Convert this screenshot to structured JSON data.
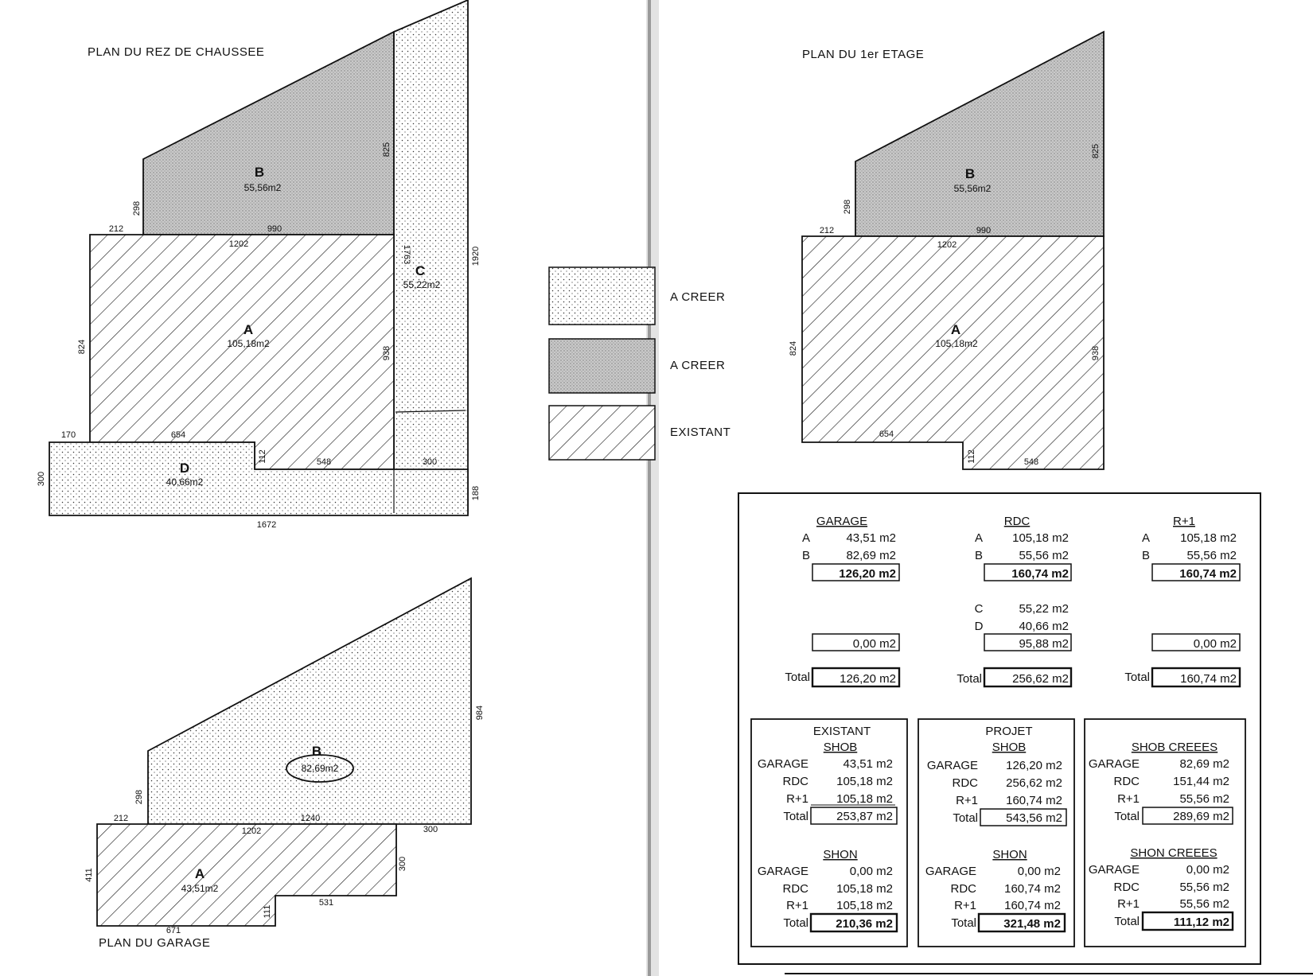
{
  "plans": {
    "rdc": {
      "title": "PLAN DU REZ DE CHAUSSEE",
      "zones": [
        {
          "letter": "A",
          "area": "105,18m2"
        },
        {
          "letter": "B",
          "area": "55,56m2"
        },
        {
          "letter": "C",
          "area": "55,22m2"
        },
        {
          "letter": "D",
          "area": "40,66m2"
        }
      ],
      "dims": [
        "298",
        "212",
        "990",
        "1202",
        "825",
        "1763",
        "1920",
        "824",
        "938",
        "170",
        "654",
        "112",
        "548",
        "300",
        "300",
        "188",
        "1672"
      ]
    },
    "etage": {
      "title": "PLAN DU 1er ETAGE",
      "zones": [
        {
          "letter": "A",
          "area": "105,18m2"
        },
        {
          "letter": "B",
          "area": "55,56m2"
        }
      ],
      "dims": [
        "298",
        "212",
        "990",
        "1202",
        "825",
        "824",
        "938",
        "654",
        "112",
        "548"
      ]
    },
    "garage": {
      "title": "PLAN DU GARAGE",
      "zones": [
        {
          "letter": "A",
          "area": "43,51m2"
        },
        {
          "letter": "B",
          "area": "82,69m2"
        }
      ],
      "dims": [
        "984",
        "298",
        "212",
        "1202",
        "1240",
        "300",
        "300",
        "411",
        "111",
        "531",
        "671"
      ]
    }
  },
  "legend": {
    "items": [
      {
        "pattern": "dots",
        "label": "A CREER"
      },
      {
        "pattern": "grey",
        "label": "A CREER"
      },
      {
        "pattern": "hatch",
        "label": "EXISTANT"
      }
    ]
  },
  "summary": {
    "top": [
      {
        "heading": "GARAGE",
        "rows": [
          {
            "k": "A",
            "v": "43,51 m2"
          },
          {
            "k": "B",
            "v": "82,69 m2"
          }
        ],
        "subtotal": "126,20 m2",
        "rows2": [],
        "subtotal2": "0,00 m2",
        "total_label": "Total",
        "total": "126,20 m2"
      },
      {
        "heading": "RDC",
        "rows": [
          {
            "k": "A",
            "v": "105,18 m2"
          },
          {
            "k": "B",
            "v": "55,56 m2"
          }
        ],
        "subtotal": "160,74 m2",
        "rows2": [
          {
            "k": "C",
            "v": "55,22 m2"
          },
          {
            "k": "D",
            "v": "40,66 m2"
          }
        ],
        "subtotal2": "95,88 m2",
        "total_label": "Total",
        "total": "256,62 m2"
      },
      {
        "heading": "R+1",
        "rows": [
          {
            "k": "A",
            "v": "105,18 m2"
          },
          {
            "k": "B",
            "v": "55,56 m2"
          }
        ],
        "subtotal": "160,74 m2",
        "rows2": [],
        "subtotal2": "0,00 m2",
        "total_label": "Total",
        "total": "160,74 m2"
      }
    ],
    "boxes": [
      {
        "title": "EXISTANT",
        "shob_label": "SHOB",
        "shob_rows": [
          {
            "k": "GARAGE",
            "v": "43,51 m2"
          },
          {
            "k": "RDC",
            "v": "105,18 m2"
          },
          {
            "k": "R+1",
            "v": "105,18 m2"
          }
        ],
        "shob_total_label": "Total",
        "shob_total": "253,87 m2",
        "shon_label": "SHON",
        "shon_rows": [
          {
            "k": "GARAGE",
            "v": "0,00 m2"
          },
          {
            "k": "RDC",
            "v": "105,18 m2"
          },
          {
            "k": "R+1",
            "v": "105,18 m2"
          }
        ],
        "shon_total_label": "Total",
        "shon_total": "210,36 m2"
      },
      {
        "title": "PROJET",
        "shob_label": "SHOB",
        "shob_rows": [
          {
            "k": "GARAGE",
            "v": "126,20 m2"
          },
          {
            "k": "RDC",
            "v": "256,62 m2"
          },
          {
            "k": "R+1",
            "v": "160,74 m2"
          }
        ],
        "shob_total_label": "Total",
        "shob_total": "543,56 m2",
        "shon_label": "SHON",
        "shon_rows": [
          {
            "k": "GARAGE",
            "v": "0,00 m2"
          },
          {
            "k": "RDC",
            "v": "160,74 m2"
          },
          {
            "k": "R+1",
            "v": "160,74 m2"
          }
        ],
        "shon_total_label": "Total",
        "shon_total": "321,48 m2"
      },
      {
        "title": "",
        "shob_label": "SHOB CREEES",
        "shob_rows": [
          {
            "k": "GARAGE",
            "v": "82,69 m2"
          },
          {
            "k": "RDC",
            "v": "151,44 m2"
          },
          {
            "k": "R+1",
            "v": "55,56 m2"
          }
        ],
        "shob_total_label": "Total",
        "shob_total": "289,69 m2",
        "shon_label": "SHON CREEES",
        "shon_rows": [
          {
            "k": "GARAGE",
            "v": "0,00 m2"
          },
          {
            "k": "RDC",
            "v": "55,56 m2"
          },
          {
            "k": "R+1",
            "v": "55,56 m2"
          }
        ],
        "shon_total_label": "Total",
        "shon_total": "111,12 m2"
      }
    ]
  }
}
